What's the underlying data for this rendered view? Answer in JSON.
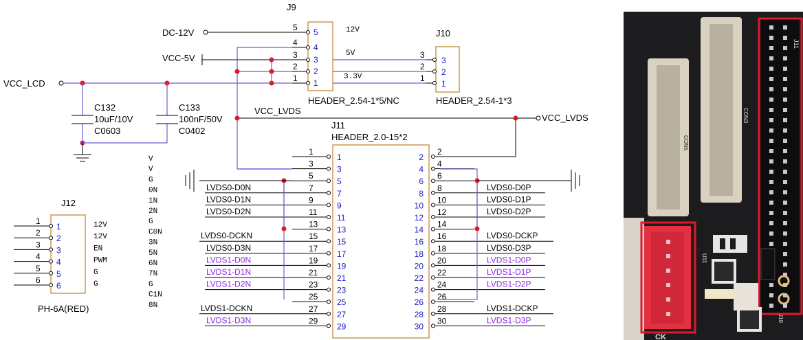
{
  "j9": {
    "ref": "J9",
    "footprint": "HEADER_2.54-1*5/NC",
    "outer_pins": [
      "5",
      "4",
      "3",
      "2",
      "1"
    ],
    "inner_pins": [
      "5",
      "4",
      "3",
      "2",
      "1"
    ],
    "rail_labels": [
      "12V",
      "5V",
      "3.3V"
    ]
  },
  "j10": {
    "ref": "J10",
    "footprint": "HEADER_2.54-1*3",
    "outer_pins": [
      "3",
      "2",
      "1"
    ],
    "inner_pins": [
      "3",
      "2",
      "1"
    ]
  },
  "nets": {
    "dc12": "DC-12V",
    "vcc5": "VCC-5V",
    "vcclcd": "VCC_LCD",
    "vcclvds_mid": "VCC_LVDS",
    "vcclvds_right": "VCC_LVDS"
  },
  "c132": {
    "ref": "C132",
    "value": "10uF/10V",
    "pkg": "C0603"
  },
  "c133": {
    "ref": "C133",
    "value": "100nF/50V",
    "pkg": "C0402"
  },
  "j11": {
    "ref": "J11",
    "footprint": "HEADER_2.0-15*2",
    "left_outer": [
      "1",
      "3",
      "5",
      "7",
      "9",
      "11",
      "13",
      "15",
      "17",
      "19",
      "21",
      "23",
      "25",
      "27",
      "29"
    ],
    "left_inner": [
      "1",
      "3",
      "5",
      "7",
      "9",
      "11",
      "13",
      "15",
      "17",
      "19",
      "21",
      "23",
      "25",
      "27",
      "29"
    ],
    "right_outer": [
      "2",
      "4",
      "6",
      "8",
      "10",
      "12",
      "14",
      "16",
      "18",
      "20",
      "22",
      "24",
      "26",
      "28",
      "30"
    ],
    "right_inner": [
      "2",
      "4",
      "6",
      "8",
      "10",
      "12",
      "14",
      "16",
      "18",
      "20",
      "22",
      "24",
      "26",
      "28",
      "30"
    ],
    "left_signals": [
      "",
      "",
      "",
      "LVDS0-D0N",
      "LVDS0-D1N",
      "LVDS0-D2N",
      "",
      "LVDS0-DCKN",
      "LVDS0-D3N",
      "LVDS1-D0N",
      "LVDS1-D1N",
      "LVDS1-D2N",
      "",
      "LVDS1-DCKN",
      "LVDS1-D3N"
    ],
    "right_signals": [
      "",
      "",
      "",
      "LVDS0-D0P",
      "LVDS0-D1P",
      "LVDS0-D2P",
      "",
      "LVDS0-DCKP",
      "LVDS0-D3P",
      "LVDS1-D0P",
      "LVDS1-D1P",
      "LVDS1-D2P",
      "",
      "LVDS1-DCKP",
      "LVDS1-D3P"
    ]
  },
  "pin_function_list": [
    "V",
    "V",
    "G",
    "0N",
    "1N",
    "2N",
    "G",
    "C0N",
    "3N",
    "5N",
    "6N",
    "7N",
    "G",
    "C1N",
    "8N"
  ],
  "j12": {
    "ref": "J12",
    "footprint": "PH-6A(RED)",
    "outer_pins": [
      "1",
      "2",
      "3",
      "4",
      "5",
      "6"
    ],
    "inner_pins": [
      "1",
      "2",
      "3",
      "4",
      "5",
      "6"
    ],
    "functions": [
      "12V",
      "12V",
      "EN",
      "PWM",
      "G",
      "G"
    ]
  },
  "photo": {
    "silkscreen": [
      "J11",
      "CON3",
      "CON5",
      "U11",
      "J10",
      "CK"
    ],
    "colors": {
      "board": "#1c1c1e",
      "highlight": "#e0182a",
      "connector_red": "#e53040",
      "ffc": "#d9d2c0"
    }
  },
  "colors": {
    "wire": "#000000",
    "bus": "#6e5cd6",
    "box": "#c7883a",
    "junction": "#e0182a",
    "inner_pin": "#1a1ac8",
    "lvds1": "#8a2be2"
  }
}
